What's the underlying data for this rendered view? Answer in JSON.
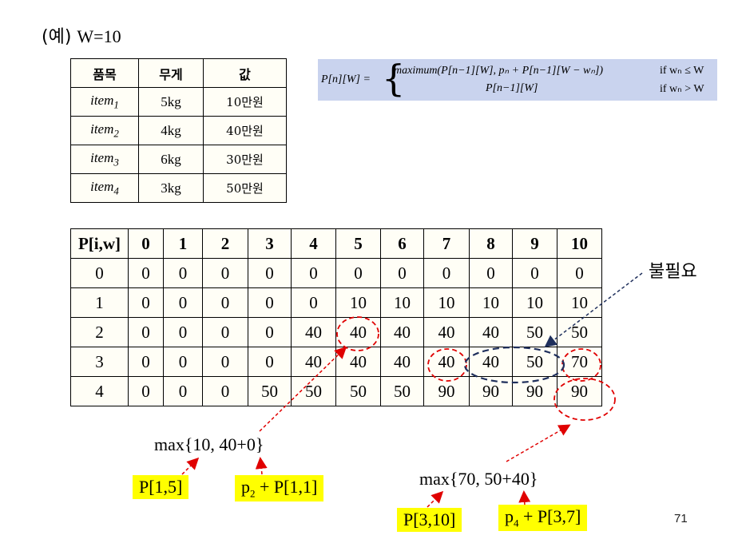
{
  "title": {
    "prefix": "(예)",
    "text": "W=10"
  },
  "items_table": {
    "headers": [
      "품목",
      "무게",
      "값"
    ],
    "rows": [
      {
        "name": "item",
        "sub": "1",
        "weight": "5kg",
        "value": "10만원"
      },
      {
        "name": "item",
        "sub": "2",
        "weight": "4kg",
        "value": "40만원"
      },
      {
        "name": "item",
        "sub": "3",
        "weight": "6kg",
        "value": "30만원"
      },
      {
        "name": "item",
        "sub": "4",
        "weight": "3kg",
        "value": "50만원"
      }
    ]
  },
  "formula": {
    "lhs": "P[n][W] =",
    "case1": "maximum(P[n−1][W],  pₙ + P[n−1][W − wₙ])",
    "case2": "P[n−1][W]",
    "cond1": "if wₙ ≤ W",
    "cond2": "if wₙ > W"
  },
  "dp_table": {
    "header": [
      "P[i,w]",
      "0",
      "1",
      "2",
      "3",
      "4",
      "5",
      "6",
      "7",
      "8",
      "9",
      "10"
    ],
    "rows": [
      [
        "0",
        "0",
        "0",
        "0",
        "0",
        "0",
        "0",
        "0",
        "0",
        "0",
        "0",
        "0"
      ],
      [
        "1",
        "0",
        "0",
        "0",
        "0",
        "0",
        "10",
        "10",
        "10",
        "10",
        "10",
        "10"
      ],
      [
        "2",
        "0",
        "0",
        "0",
        "0",
        "40",
        "40",
        "40",
        "40",
        "40",
        "50",
        "50"
      ],
      [
        "3",
        "0",
        "0",
        "0",
        "0",
        "40",
        "40",
        "40",
        "40",
        "40",
        "50",
        "70"
      ],
      [
        "4",
        "0",
        "0",
        "0",
        "50",
        "50",
        "50",
        "50",
        "90",
        "90",
        "90",
        "90"
      ]
    ]
  },
  "annotations": {
    "unneeded": "불필요",
    "max1": "max{10, 40+0}",
    "p15": "P[1,5]",
    "p2_prefix": "p",
    "p2_sub": "2",
    "p2_rest": " + P[1,1]",
    "max2": "max{70, 50+40}",
    "p310": "P[3,10]",
    "p4_prefix": "p",
    "p4_sub": "4",
    "p4_rest": " + P[3,7]"
  },
  "colors": {
    "highlight": "#ffff00",
    "formula_bg": "#c9d3ee",
    "red_dashed": "#e00000",
    "navy_dashed": "#1f2f5c"
  },
  "page_number": "71"
}
